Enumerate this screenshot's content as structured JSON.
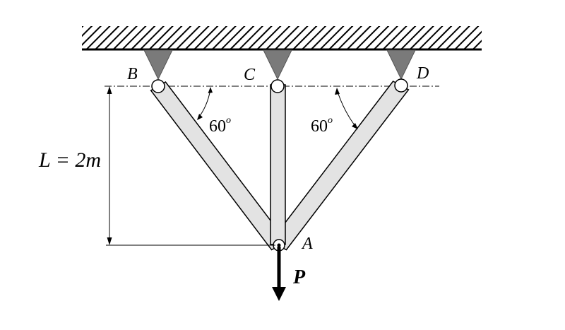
{
  "diagram": {
    "labels": {
      "support_b": "B",
      "support_c": "C",
      "support_d": "D",
      "joint_a": "A",
      "load": "P",
      "length": "L = 2m"
    },
    "angles": {
      "left": {
        "value": "60",
        "unit": "o"
      },
      "right": {
        "value": "60",
        "unit": "o"
      }
    }
  }
}
